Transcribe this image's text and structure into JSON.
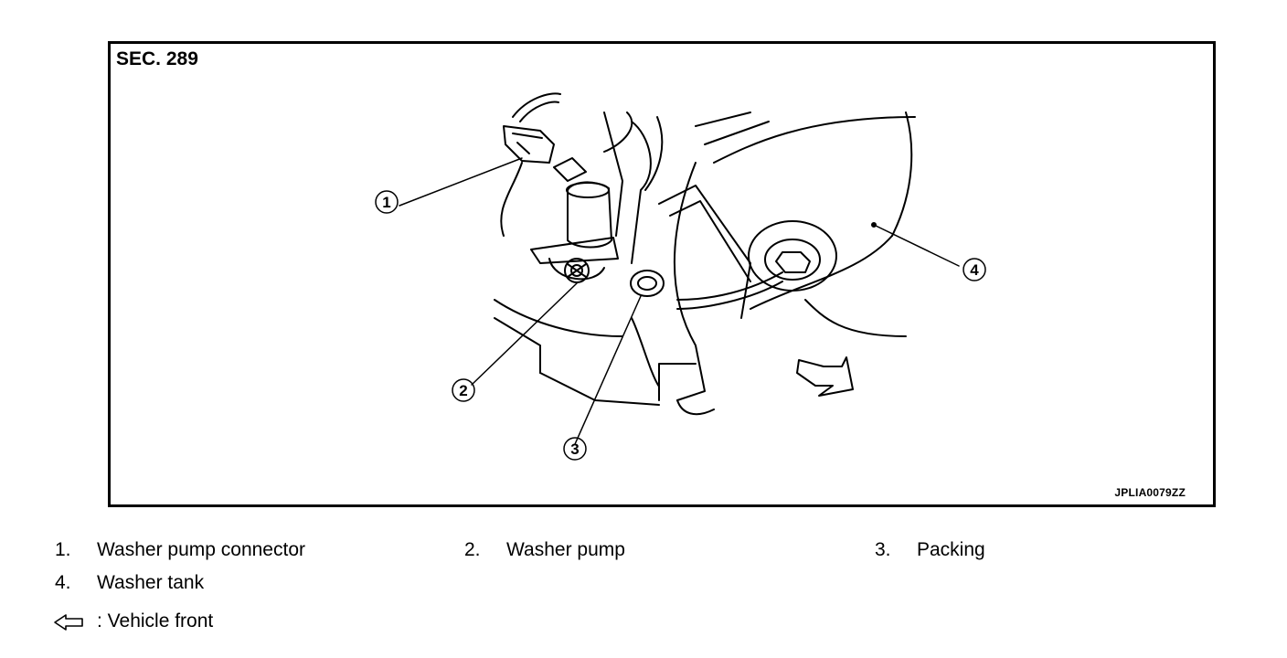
{
  "figure": {
    "section_label": "SEC. 289",
    "figure_id": "JPLIA0079ZZ",
    "callouts": [
      "1",
      "2",
      "3",
      "4"
    ]
  },
  "legend": {
    "items": [
      {
        "num": "1.",
        "label": "Washer pump connector"
      },
      {
        "num": "2.",
        "label": "Washer pump"
      },
      {
        "num": "3.",
        "label": "Packing"
      },
      {
        "num": "4.",
        "label": "Washer tank"
      }
    ],
    "front_label": ": Vehicle front",
    "front_icon": "arrow-left-outline-icon"
  }
}
